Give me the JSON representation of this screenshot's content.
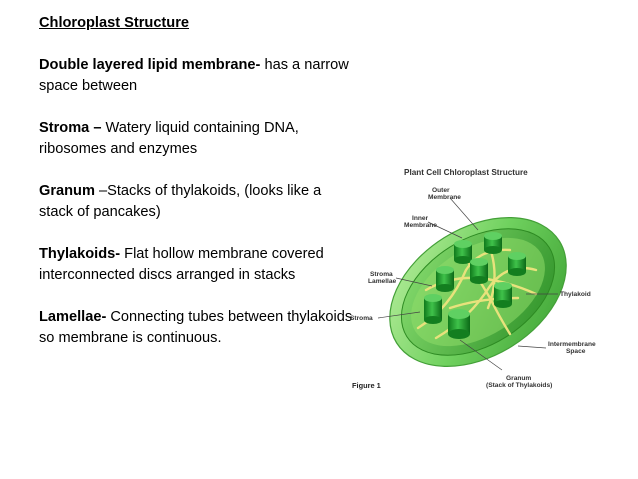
{
  "text": {
    "title": "Chloroplast Structure",
    "items": [
      {
        "term": "Double layered lipid membrane-",
        "desc": " has a narrow space between"
      },
      {
        "term": "Stroma –",
        "desc": " Watery liquid containing DNA, ribosomes and enzymes"
      },
      {
        "term": "Granum",
        "desc": " –Stacks of thylakoids, (looks like a stack of pancakes)"
      },
      {
        "term": "Thylakoids-",
        "desc": " Flat hollow membrane covered interconnected discs arranged in stacks"
      },
      {
        "term": "Lamellae-",
        "desc": " Connecting tubes between thylakoids so membrane is continuous."
      }
    ]
  },
  "figure": {
    "title": "Plant Cell Chloroplast Structure",
    "caption": "Figure 1",
    "labels": {
      "outer_1": "Outer",
      "outer_2": "Membrane",
      "inner_1": "Inner",
      "inner_2": "Membrane",
      "stroma_lam_1": "Stroma",
      "stroma_lam_2": "Lamellae",
      "stroma": "Stroma",
      "thylakoid": "Thylakoid",
      "intermem_1": "Intermembrane",
      "intermem_2": "Space",
      "granum_1": "Granum",
      "granum_2": "(Stack of Thylakoids)"
    },
    "colors": {
      "outer": "#7fd36a",
      "inner": "#3fae34",
      "grana": "#1f9a2a",
      "lamellae": "#e6e07a"
    }
  }
}
